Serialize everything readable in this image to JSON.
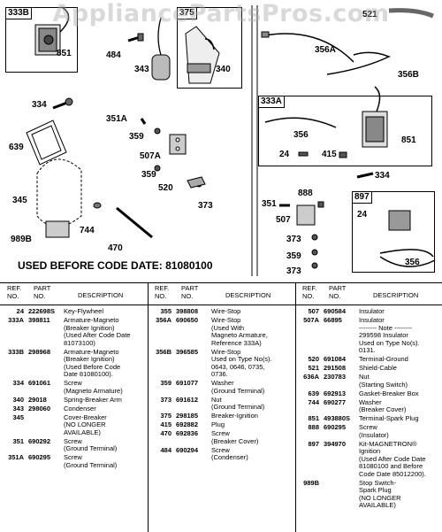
{
  "watermark": "AppliancePartsPros.com",
  "diagram": {
    "caption": "USED BEFORE CODE DATE: 81080100",
    "boxes": [
      {
        "id": "box-333b",
        "label": "333B"
      },
      {
        "id": "box-375",
        "label": "375"
      },
      {
        "id": "box-333a",
        "label": "333A"
      },
      {
        "id": "box-897",
        "label": "897"
      }
    ],
    "callouts": [
      "851",
      "484",
      "343",
      "340",
      "334",
      "351A",
      "359",
      "507A",
      "639",
      "359",
      "520",
      "373",
      "345",
      "989B",
      "744",
      "470",
      "521",
      "356A",
      "356B",
      "356",
      "851",
      "24",
      "415",
      "334",
      "888",
      "351",
      "507",
      "373",
      "359",
      "373",
      "24",
      "356"
    ]
  },
  "table": {
    "headers": {
      "ref": "REF.\nNO.",
      "part": "PART\nNO.",
      "desc": "DESCRIPTION"
    },
    "columns": [
      [
        {
          "ref": "24",
          "part": "222698S",
          "desc": "Key-Flywheel"
        },
        {
          "ref": "333A",
          "part": "398811",
          "desc": "Armature-Magneto\n(Breaker Ignition)\n(Used After Code Date\n81073100)"
        },
        {
          "ref": "333B",
          "part": "298968",
          "desc": "Armature-Magneto\n(Breaker Ignition)\n(Used Before Code\nDate 81080100)."
        },
        {
          "ref": "334",
          "part": "691061",
          "desc": "Screw\n(Magneto Armature)"
        },
        {
          "ref": "340",
          "part": "29018",
          "desc": "Spring-Breaker Arm"
        },
        {
          "ref": "343",
          "part": "298060",
          "desc": "Condenser"
        },
        {
          "ref": "345",
          "part": "",
          "desc": "Cover-Breaker\n(NO LONGER\nAVAILABLE)"
        },
        {
          "ref": "351",
          "part": "690292",
          "desc": "Screw\n(Ground Terminal)"
        },
        {
          "ref": "351A",
          "part": "690295",
          "desc": "Screw\n(Ground Terminal)"
        }
      ],
      [
        {
          "ref": "355",
          "part": "398808",
          "desc": "Wire-Stop"
        },
        {
          "ref": "356A",
          "part": "690650",
          "desc": "Wire-Stop\n(Used With\nMagneto Armature,\nReference 333A)"
        },
        {
          "ref": "356B",
          "part": "396585",
          "desc": "Wire-Stop\nUsed on Type No(s).\n0643, 0646, 0735,\n0736."
        },
        {
          "ref": "359",
          "part": "691077",
          "desc": "Washer\n(Ground Terminal)"
        },
        {
          "ref": "373",
          "part": "691612",
          "desc": "Nut\n(Ground Terminal)"
        },
        {
          "ref": "375",
          "part": "298185",
          "desc": "Breaker-Ignition"
        },
        {
          "ref": "415",
          "part": "692882",
          "desc": "Plug"
        },
        {
          "ref": "470",
          "part": "692836",
          "desc": "Screw\n(Breaker Cover)"
        },
        {
          "ref": "484",
          "part": "690294",
          "desc": "Screw\n(Condenser)"
        }
      ],
      [
        {
          "ref": "507",
          "part": "690584",
          "desc": "Insulator"
        },
        {
          "ref": "507A",
          "part": "66895",
          "desc": "Insulator\n-------- Note --------\n299598 Insulator\nUsed on Type No(s).\n0131."
        },
        {
          "ref": "520",
          "part": "691084",
          "desc": "Terminal-Ground"
        },
        {
          "ref": "521",
          "part": "291508",
          "desc": "Shield-Cable"
        },
        {
          "ref": "636A",
          "part": "230783",
          "desc": "Nut\n(Starting Switch)"
        },
        {
          "ref": "639",
          "part": "692913",
          "desc": "Gasket-Breaker Box"
        },
        {
          "ref": "744",
          "part": "690277",
          "desc": "Washer\n(Breaker Cover)"
        },
        {
          "ref": "851",
          "part": "493880S",
          "desc": "Terminal-Spark Plug"
        },
        {
          "ref": "888",
          "part": "690295",
          "desc": "Screw\n(Insulator)"
        },
        {
          "ref": "897",
          "part": "394970",
          "desc": "Kit-MAGNETRON®\nIgnition\n(Used After Code Date\n81080100 and Before\nCode Date 85012200)."
        },
        {
          "ref": "989B",
          "part": "",
          "desc": "Stop Switch-\nSpark Plug\n(NO LONGER\nAVAILABLE)"
        }
      ]
    ]
  }
}
